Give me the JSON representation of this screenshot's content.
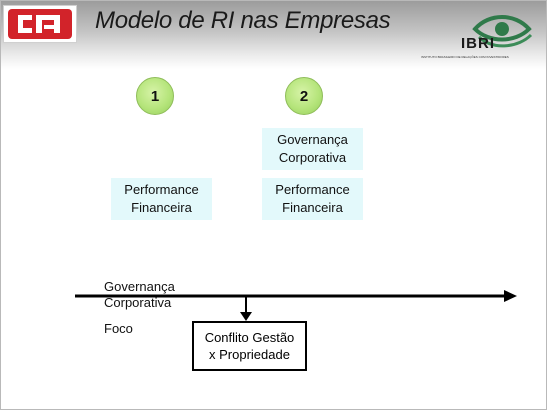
{
  "header": {
    "title": "Modelo de RI nas Empresas",
    "ibri_logo_text": "IBRI",
    "ibri_subtext": "INSTITUTO BRASILEIRO DE RELAÇÕES COM INVESTIDORES"
  },
  "badges": {
    "one": "1",
    "two": "2"
  },
  "boxes": {
    "governanca_top": "Governança\nCorporativa",
    "performance_left": "Performance\nFinanceira",
    "performance_right": "Performance\nFinanceira"
  },
  "timeline": {
    "label_governanca": "Governança\nCorporativa",
    "label_foco": "Foco",
    "conflict": "Conflito Gestão\nx Propriedade"
  },
  "colors": {
    "box_fill": "#e3f9fb",
    "badge_fill": "#b6e57c",
    "line": "#000000",
    "ibri_green": "#2f7a4a"
  }
}
